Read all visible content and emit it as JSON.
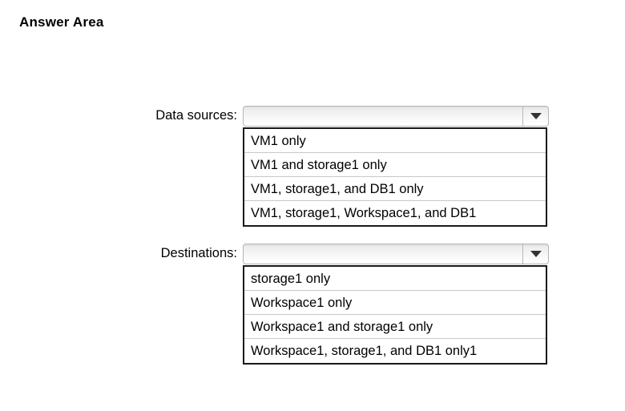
{
  "page": {
    "title": "Answer Area"
  },
  "fields": [
    {
      "label": "Data sources:",
      "selected_value": "",
      "arrow_icon": "chevron-down-icon",
      "options": [
        "VM1 only",
        "VM1 and storage1 only",
        "VM1, storage1, and DB1 only",
        "VM1, storage1, Workspace1, and DB1"
      ]
    },
    {
      "label": "Destinations:",
      "selected_value": "",
      "arrow_icon": "chevron-down-icon",
      "options": [
        "storage1 only",
        "Workspace1 only",
        "Workspace1 and storage1 only",
        "Workspace1, storage1, and DB1 only1"
      ]
    }
  ],
  "colors": {
    "page_background": "#ffffff",
    "text": "#000000",
    "listbox_border": "#1a1a1a",
    "row_separator": "#c8c8c8",
    "combobox_border": "#b4b4b4",
    "arrow_glyph": "#333333"
  }
}
